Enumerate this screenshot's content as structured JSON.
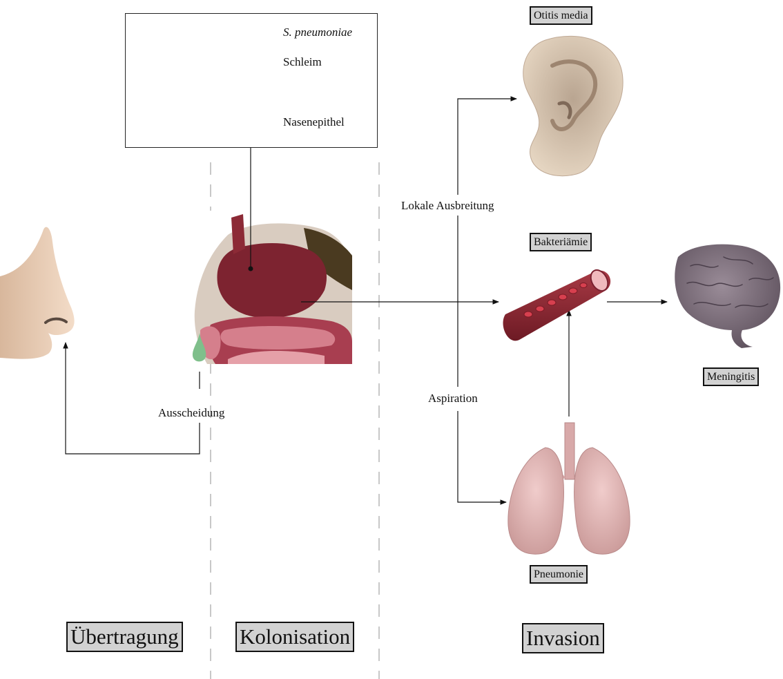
{
  "inset": {
    "bacteria_label": "S. pneumoniae",
    "mucus_label": "Schleim",
    "epithelium_label": "Nasenepithel"
  },
  "process_labels": {
    "excretion": "Ausscheidung",
    "local_spread": "Lokale Ausbreitung",
    "aspiration": "Aspiration"
  },
  "outcomes": {
    "otitis": "Otitis media",
    "bacteremia": "Bakteriämie",
    "meningitis": "Meningitis",
    "pneumonia": "Pneumonie"
  },
  "stages": {
    "transmission": "Übertragung",
    "colonisation": "Kolonisation",
    "invasion": "Invasion"
  },
  "colors": {
    "mucus": "#bfe0c4",
    "epithelium": "#f0c2bc",
    "bacteria": "#5b3aa0",
    "nasal_tissue": "#7d2330",
    "bone": "#e8e0d4",
    "skin": "#ecd3bd",
    "brain": "#7d6f7c",
    "lung": "#e2b8b6",
    "vessel": "#8a2430",
    "label_fill": "#d2d2d2"
  }
}
